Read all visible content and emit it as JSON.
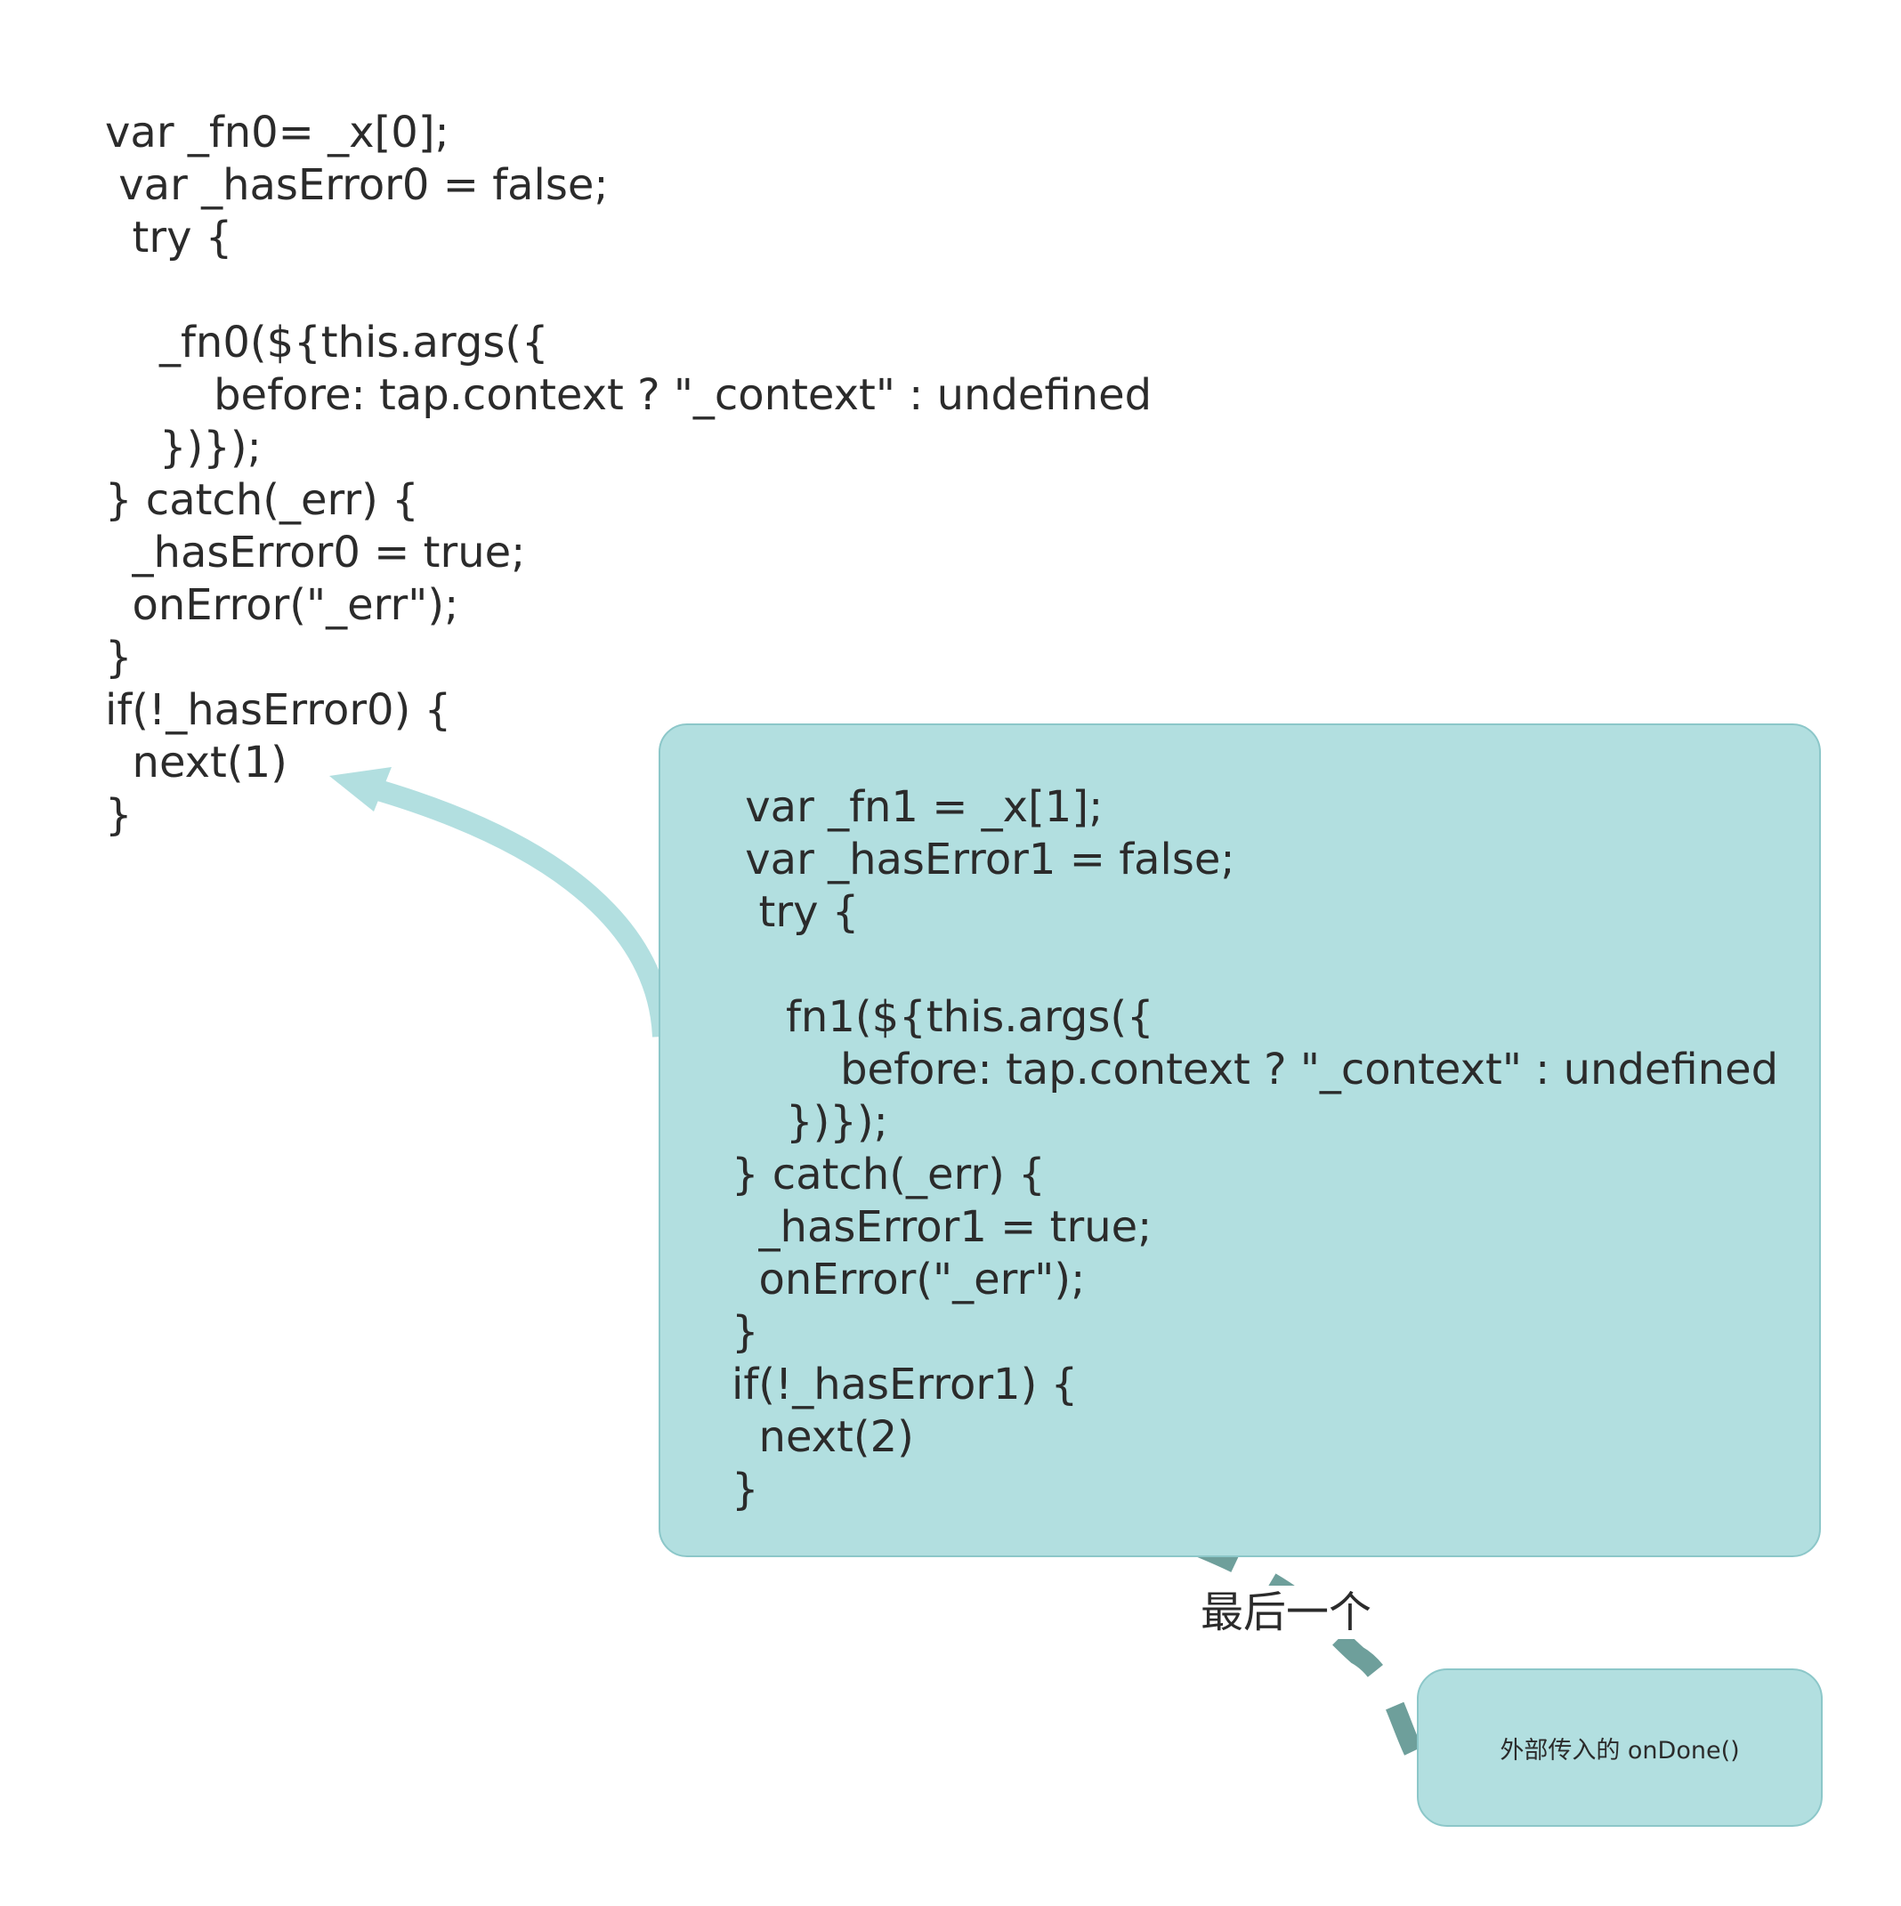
{
  "code_block_0": {
    "lines": [
      "var _fn0= _x[0];",
      " var _hasError0 = false;",
      "  try {",
      "",
      "    _fn0(${this.args({",
      "        before: tap.context ? \"_context\" : undefined",
      "    })});",
      "} catch(_err) {",
      "  _hasError0 = true;",
      "  onError(\"_err\");",
      "}",
      "if(!_hasError0) {",
      "  next(1)",
      "}"
    ]
  },
  "code_block_1": {
    "lines": [
      " var _fn1 = _x[1];",
      " var _hasError1 = false;",
      "  try {",
      "",
      "    fn1(${this.args({",
      "        before: tap.context ? \"_context\" : undefined",
      "    })});",
      "} catch(_err) {",
      "  _hasError1 = true;",
      "  onError(\"_err\");",
      "}",
      "if(!_hasError1) {",
      "  next(2)",
      "}"
    ]
  },
  "ondone_box": {
    "label": "外部传入的 onDone()"
  },
  "edge_label": "最后一个",
  "colors": {
    "box_fill": "#b2dfe0",
    "box_border": "#8cc7c9",
    "arrow_solid": "#b2dfe0",
    "arrow_dashed": "#6e9f9b",
    "text": "#2b2b2b"
  }
}
